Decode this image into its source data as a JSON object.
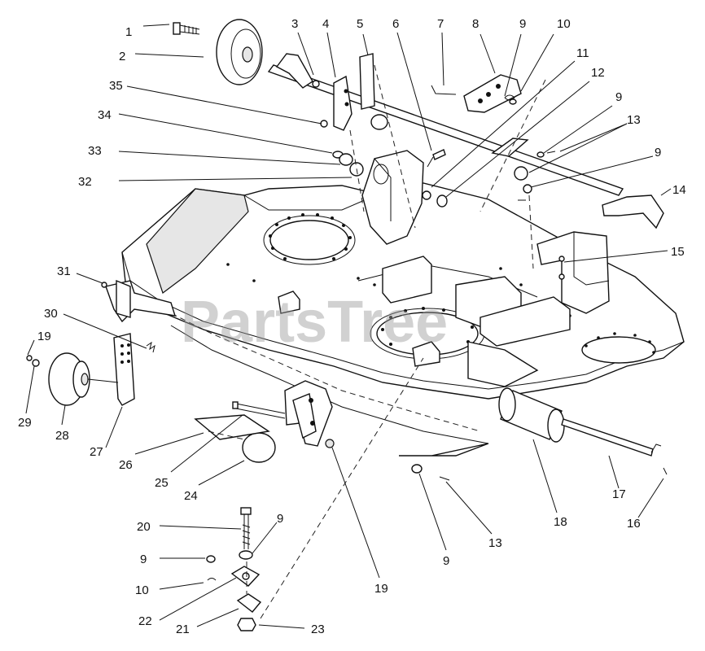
{
  "watermark": "PartsTree",
  "callouts": {
    "c1": "1",
    "c2": "2",
    "c3": "3",
    "c4": "4",
    "c5": "5",
    "c6": "6",
    "c7": "7",
    "c8": "8",
    "c9a": "9",
    "c10a": "10",
    "c11": "11",
    "c12": "12",
    "c9b": "9",
    "c13a": "13",
    "c9c": "9",
    "c14": "14",
    "c35": "35",
    "c34": "34",
    "c33": "33",
    "c32": "32",
    "c15": "15",
    "c31": "31",
    "c30": "30",
    "c19a": "19",
    "c29": "29",
    "c28": "28",
    "c27": "27",
    "c26": "26",
    "c25": "25",
    "c24": "24",
    "c18": "18",
    "c17": "17",
    "c16": "16",
    "c13b": "13",
    "c9d": "9",
    "c19b": "19",
    "c20": "20",
    "c9e": "9",
    "c9f": "9",
    "c10b": "10",
    "c22": "22",
    "c21": "21",
    "c23": "23"
  }
}
